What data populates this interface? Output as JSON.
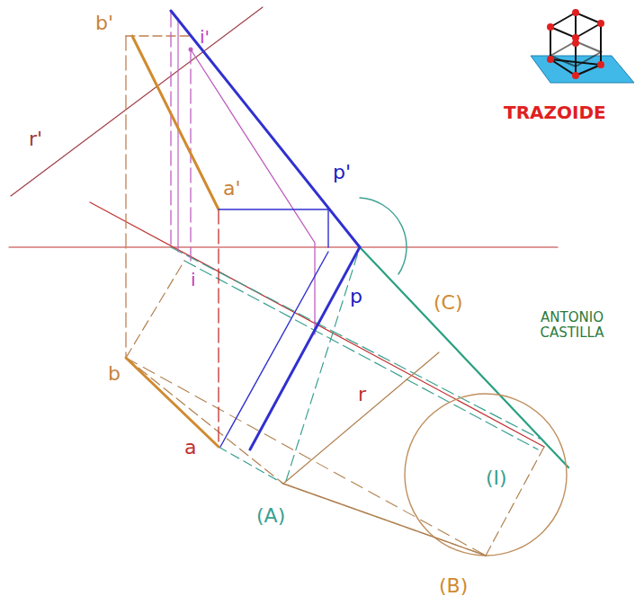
{
  "diagram": {
    "labels": [
      "b'",
      "i'",
      "r'",
      "a'",
      "p'",
      "i",
      "p",
      "(C)",
      "ANTONIO CASTILLA",
      "b",
      "r",
      "(I)",
      "a",
      "(A)",
      "(B)",
      "TRAZOIDE"
    ]
  }
}
